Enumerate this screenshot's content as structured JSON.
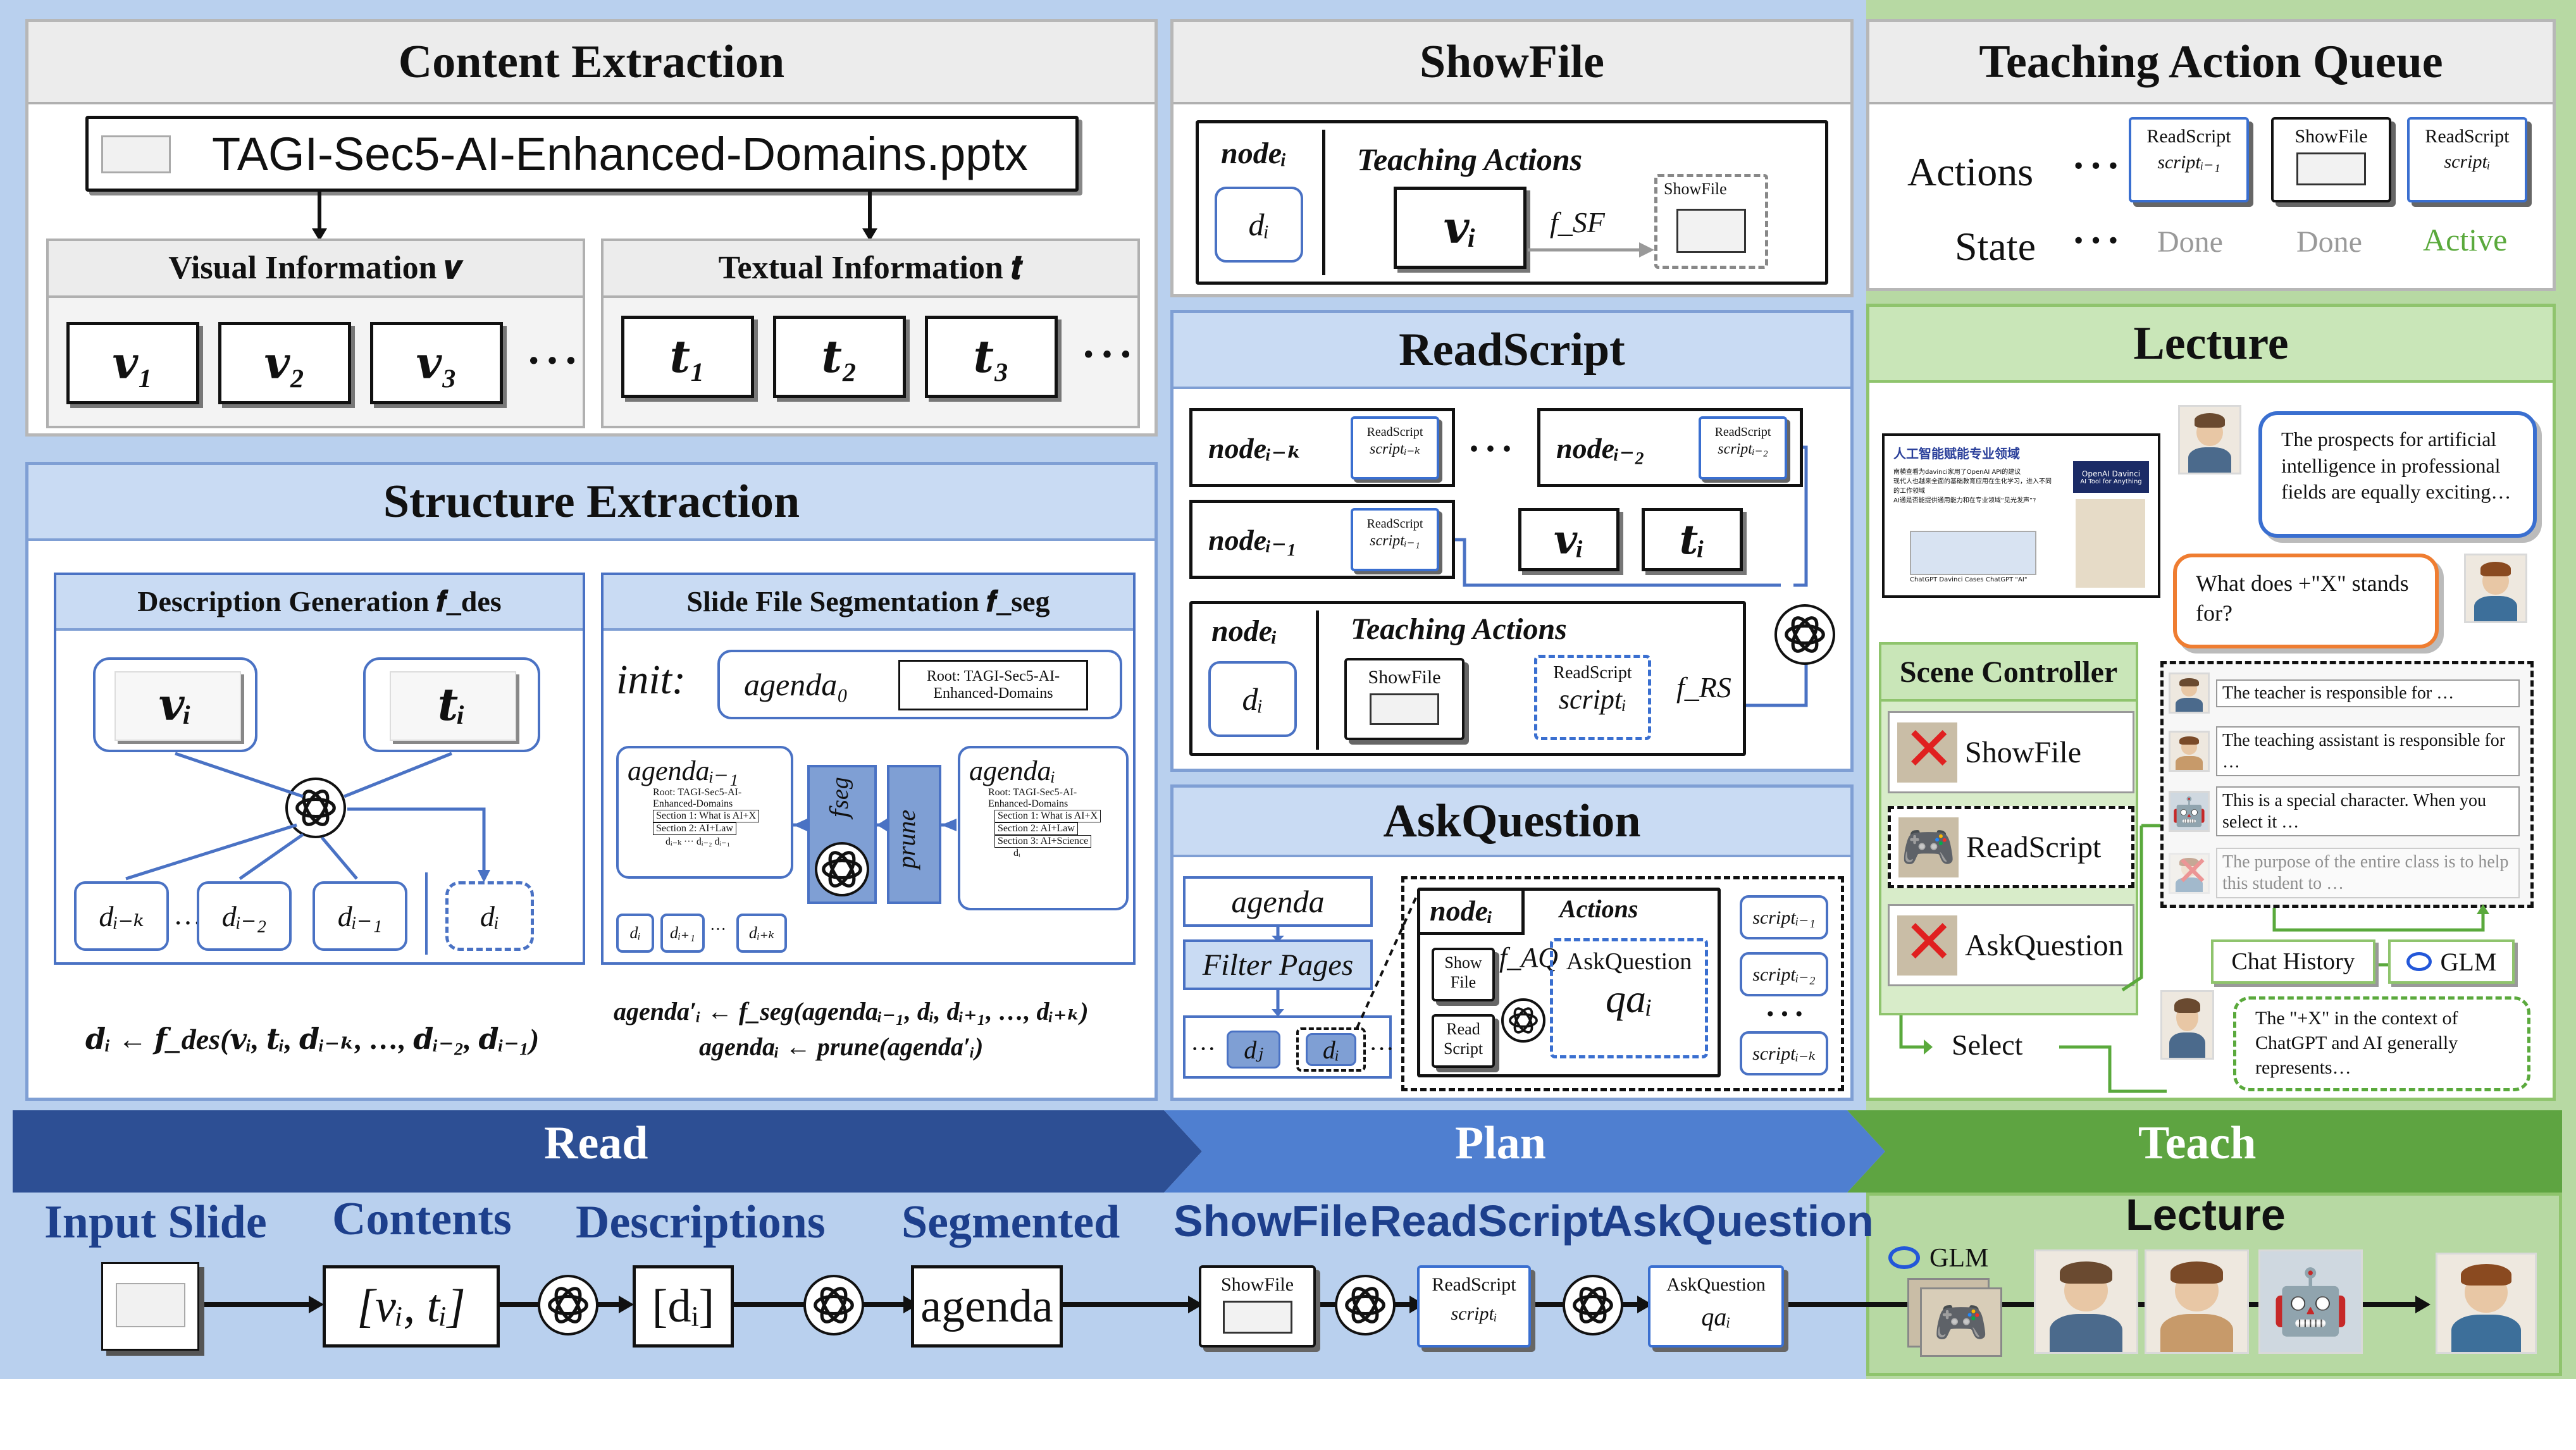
{
  "read_section": {
    "content_extraction": {
      "title": "Content Extraction",
      "filename": "TAGI-Sec5-AI-Enhanced-Domains.pptx",
      "visual_title": "Visual Information 𝒗",
      "textual_title": "Textual Information 𝒕",
      "visual_items": [
        "𝒗₁",
        "𝒗₂",
        "𝒗₃"
      ],
      "textual_items": [
        "𝒕₁",
        "𝒕₂",
        "𝒕₃"
      ],
      "ellipsis": "···"
    },
    "structure_extraction": {
      "title": "Structure Extraction",
      "desc_gen_title": "Description Generation 𝒇_des",
      "seg_title": "Slide File Segmentation 𝒇_seg",
      "vi": "𝒗ᵢ",
      "ti": "𝒕ᵢ",
      "d_items": [
        "dᵢ₋ₖ",
        "dᵢ₋₂",
        "dᵢ₋₁"
      ],
      "d_i": "dᵢ",
      "dots": "…",
      "init_label": "init:",
      "agenda0": "agenda₀",
      "root_label": "Root: TAGI-Sec5-AI-Enhanced-Domains",
      "agenda_prev": "agendaᵢ₋₁",
      "agenda_i": "agendaᵢ",
      "fseg": "𝑓seg",
      "prune": "prune",
      "tree_prev": [
        "Root: TAGI-Sec5-AI-Enhanced-Domains",
        "Section 1: What is AI+X",
        "Section 2: AI+Law",
        "dᵢ₋ₖ ··· dᵢ₋₂  dᵢ₋₁"
      ],
      "tree_i": [
        "Root: TAGI-Sec5-AI-Enhanced-Domains",
        "Section 1: What is AI+X",
        "Section 2: AI+Law",
        "Section 3: AI+Science",
        "dᵢ"
      ],
      "seg_inputs": [
        "dᵢ",
        "dᵢ₊₁",
        "···",
        "dᵢ₊ₖ"
      ],
      "formula_des": "𝒅ᵢ ← 𝒇_des(𝒗ᵢ, 𝒕ᵢ, 𝒅ᵢ₋ₖ, …, 𝒅ᵢ₋₂, 𝒅ᵢ₋₁)",
      "formula_seg1": "agenda′ᵢ ← f_seg(agendaᵢ₋₁, dᵢ, dᵢ₊₁, …, dᵢ₊ₖ)",
      "formula_seg2": "agendaᵢ ← prune(agenda′ᵢ)"
    }
  },
  "plan_section": {
    "showfile": {
      "title": "ShowFile",
      "node_label": "nodeᵢ",
      "d_label": "dᵢ",
      "actions_label": "Teaching Actions",
      "v_label": "𝒗ᵢ",
      "f_label": "f_SF",
      "card_label": "ShowFile"
    },
    "readscript": {
      "title": "ReadScript",
      "node_k": "nodeᵢ₋ₖ",
      "node_2": "nodeᵢ₋₂",
      "node_1": "nodeᵢ₋₁",
      "node_i": "nodeᵢ",
      "card_rs": "ReadScript",
      "script_k": "scriptᵢ₋ₖ",
      "script_2": "scriptᵢ₋₂",
      "script_1": "scriptᵢ₋₁",
      "script_i": "scriptᵢ",
      "v_label": "𝒗ᵢ",
      "t_label": "𝒕ᵢ",
      "dots": "···",
      "actions_label": "Teaching Actions",
      "d_label": "dᵢ",
      "showfile_card": "ShowFile",
      "f_label": "f_RS"
    },
    "askquestion": {
      "title": "AskQuestion",
      "agenda": "agenda",
      "filter": "Filter Pages",
      "dj": "dⱼ",
      "di": "dᵢ",
      "dots": "···",
      "node_label": "nodeᵢ",
      "actions": "Actions",
      "show_file": "Show File",
      "read_script": "Read Script",
      "f_label": "f_AQ",
      "aq_label": "AskQuestion",
      "qa_label": "qaᵢ",
      "scripts": [
        "scriptᵢ₋₁",
        "scriptᵢ₋₂",
        "scriptᵢ₋ₖ"
      ]
    }
  },
  "teach_section": {
    "queue": {
      "title": "Teaching Action Queue",
      "actions_label": "Actions",
      "state_label": "State",
      "dots": "···",
      "cards": [
        {
          "label": "ReadScript",
          "sub": "scriptᵢ₋₁",
          "state": "Done"
        },
        {
          "label": "ShowFile",
          "sub": "",
          "state": "Done"
        },
        {
          "label": "ReadScript",
          "sub": "scriptᵢ",
          "state": "Active"
        }
      ],
      "active_color": "#5aa93c"
    },
    "lecture": {
      "title": "Lecture",
      "slide_title": "人工智能赋能专业领域",
      "slide_lines": [
        "南横查看为davinci家用了OpenAI API的建议",
        "现代人也越来全面的基础教育应用在生化学习，进入不同的工作领域",
        "AI通是否能提供通用能力和在专业领域“见光发声”?"
      ],
      "slide_badge1": "OpenAI Davinci",
      "slide_badge2": "AI Tool for Anything",
      "slide_caption1": "ChatGPT Davinci Cases",
      "slide_caption2": "ChatGPT \"AI\"",
      "bubble_teacher": "The prospects for artificial intelligence in professional fields are equally exciting…",
      "bubble_student": "What does +\"X\" stands for?",
      "scene_title": "Scene Controller",
      "scene_items": [
        "ShowFile",
        "ReadScript",
        "AskQuestion"
      ],
      "agent_lines": [
        "The teacher is responsible for …",
        "The teaching assistant is responsible for …",
        "This is a special character. When you select it …",
        "The purpose of the entire class is to help this student to …"
      ],
      "chat_history": "Chat History",
      "glm": "GLM",
      "select": "Select",
      "bubble_answer": "The \"+X\" in the context of ChatGPT and AI generally represents…"
    }
  },
  "bottom_flow": {
    "read_label": "Read",
    "plan_label": "Plan",
    "teach_label": "Teach",
    "input_slide": "Input Slide",
    "contents": "Contents",
    "descriptions": "Descriptions",
    "segmented": "Segmented",
    "showfile": "ShowFile",
    "readscript": "ReadScript",
    "askquestion": "AskQuestion",
    "lecture": "Lecture",
    "contents_box": "[vᵢ, tᵢ]",
    "desc_box": "[dᵢ]",
    "agenda_box": "agenda",
    "card_sf": "ShowFile",
    "card_rs": "ReadScript",
    "card_rs_sub": "scriptᵢ",
    "card_aq": "AskQuestion",
    "card_aq_sub": "qaᵢ",
    "glm": "GLM"
  },
  "colors": {
    "read_blue": "#2d4f94",
    "plan_blue": "#4f7fd0",
    "teach_green": "#5ea441",
    "panel_blue": "#b9d0ee",
    "panel_green": "#b7d9a3"
  }
}
